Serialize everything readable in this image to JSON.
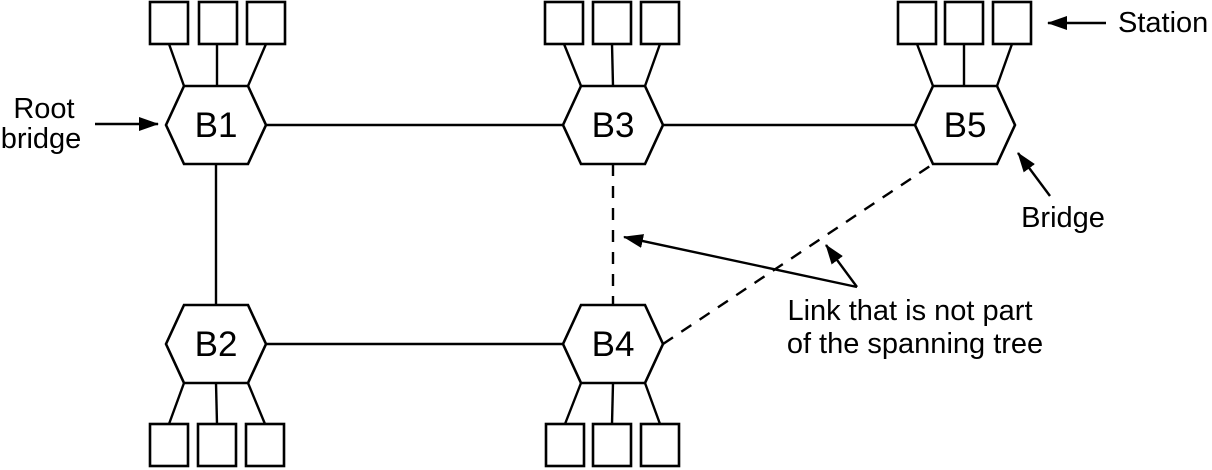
{
  "figure": {
    "background_color": "#ffffff",
    "line_color": "#000000",
    "text_color": "#000000"
  },
  "nodes": {
    "b1": {
      "label": "B1"
    },
    "b2": {
      "label": "B2"
    },
    "b3": {
      "label": "B3"
    },
    "b4": {
      "label": "B4"
    },
    "b5": {
      "label": "B5"
    }
  },
  "stations_per_bridge": {
    "B1": 3,
    "B2": 3,
    "B3": 3,
    "B4": 3,
    "B5": 3
  },
  "links": [
    {
      "from": "B1",
      "to": "B3",
      "style": "solid",
      "in_spanning_tree": true
    },
    {
      "from": "B3",
      "to": "B5",
      "style": "solid",
      "in_spanning_tree": true
    },
    {
      "from": "B1",
      "to": "B2",
      "style": "solid",
      "in_spanning_tree": true
    },
    {
      "from": "B2",
      "to": "B4",
      "style": "solid",
      "in_spanning_tree": true
    },
    {
      "from": "B3",
      "to": "B4",
      "style": "dashed",
      "in_spanning_tree": false
    },
    {
      "from": "B4",
      "to": "B5",
      "style": "dashed",
      "in_spanning_tree": false
    }
  ],
  "annotations": {
    "root_bridge": {
      "line1": "Root",
      "line2": "bridge"
    },
    "station": {
      "label": "Station"
    },
    "bridge": {
      "label": "Bridge"
    },
    "non_tree_link": {
      "line1": "Link that is not part",
      "line2": "of the spanning tree"
    }
  }
}
